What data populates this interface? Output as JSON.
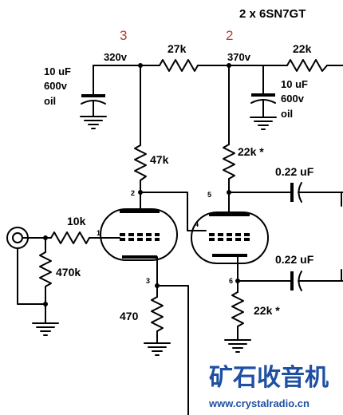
{
  "title": "2 x 6SN7GT",
  "node_numbers": {
    "node3": "3",
    "node2": "2"
  },
  "voltages": {
    "v320": "320v",
    "v370": "370v"
  },
  "capacitors": {
    "c1": {
      "value": "10 uF",
      "voltage": "600v",
      "type": "oil"
    },
    "c2": {
      "value": "10 uF",
      "voltage": "600v",
      "type": "oil"
    },
    "c_out1": "0.22 uF",
    "c_out2": "0.22 uF"
  },
  "resistors": {
    "r_27k": "27k",
    "r_22k_top": "22k",
    "r_47k": "47k",
    "r_22k_plate": "22k *",
    "r_10k": "10k",
    "r_470k": "470k",
    "r_470": "470",
    "r_22k_cathode": "22k *"
  },
  "pins": {
    "p1": "1",
    "p2": "2",
    "p3": "3",
    "p4": "4",
    "p5": "5",
    "p6": "6"
  },
  "watermark": {
    "cn": "矿石收音机",
    "url": "www.crystalradio.cn"
  },
  "colors": {
    "node_number": "#c0392b",
    "watermark": "#1f4fa3"
  }
}
